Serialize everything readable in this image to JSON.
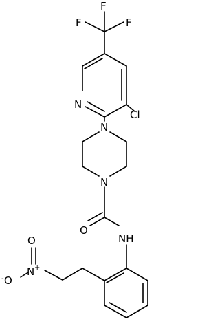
{
  "diagram": {
    "atoms": {
      "f_top": "F",
      "f_left": "F",
      "f_right": "F",
      "n_pyridine": "N",
      "cl": "Cl",
      "n_piperazine_top": "N",
      "n_piperazine_bottom": "N",
      "o_carbonyl": "O",
      "nh_amide": "NH",
      "n_nitro": "N",
      "n_nitro_charge": "+",
      "o_nitro_top": "O",
      "o_nitro_bottom": "O",
      "o_nitro_bottom_charge": "-"
    }
  }
}
